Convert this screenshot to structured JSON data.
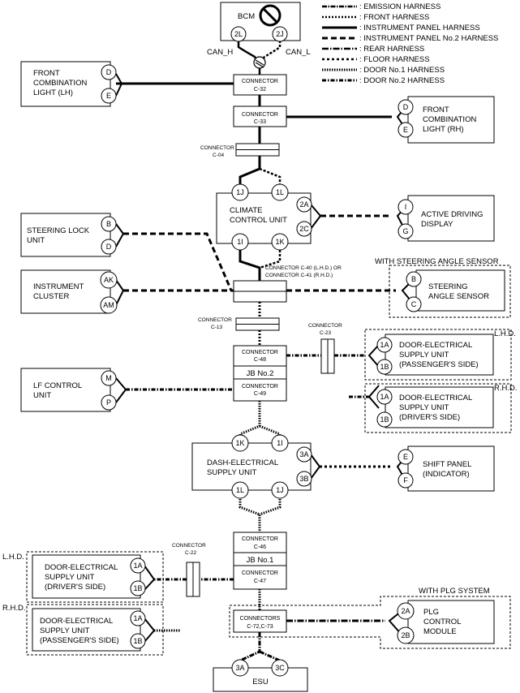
{
  "legend": [
    {
      "pattern": "emission",
      "label": ": EMISSION HARNESS"
    },
    {
      "pattern": "front",
      "label": ": FRONT HARNESS"
    },
    {
      "pattern": "ip",
      "label": ": INSTRUMENT PANEL HARNESS"
    },
    {
      "pattern": "ip2",
      "label": ": INSTRUMENT PANEL No.2 HARNESS"
    },
    {
      "pattern": "rear",
      "label": ": REAR HARNESS"
    },
    {
      "pattern": "floor",
      "label": ": FLOOR HARNESS"
    },
    {
      "pattern": "door1",
      "label": ": DOOR No.1 HARNESS"
    },
    {
      "pattern": "door2",
      "label": ": DOOR No.2 HARNESS"
    }
  ],
  "bcm": {
    "label": "BCM",
    "pin_l": "2L",
    "pin_r": "2J",
    "can_h": "CAN_H",
    "can_l": "CAN_L"
  },
  "front_comb_lh": {
    "line1": "FRONT",
    "line2": "COMBINATION",
    "line3": "LIGHT (LH)",
    "pin1": "D",
    "pin2": "E"
  },
  "front_comb_rh": {
    "line1": "FRONT",
    "line2": "COMBINATION",
    "line3": "LIGHT (RH)",
    "pin1": "D",
    "pin2": "E"
  },
  "conn_c32": {
    "line1": "CONNECTOR",
    "line2": "C-32"
  },
  "conn_c33": {
    "line1": "CONNECTOR",
    "line2": "C-33"
  },
  "conn_c04": {
    "line1": "CONNECTOR",
    "line2": "C-04"
  },
  "climate": {
    "line1": "CLIMATE",
    "line2": "CONTROL UNIT",
    "p1j": "1J",
    "p1l": "1L",
    "p2a": "2A",
    "p2c": "2C",
    "p1i": "1I",
    "p1k": "1K"
  },
  "add": {
    "line1": "ACTIVE DRIVING",
    "line2": "DISPLAY",
    "pin1": "I",
    "pin2": "G"
  },
  "steering_lock": {
    "line1": "STEERING LOCK",
    "line2": "UNIT",
    "pin1": "B",
    "pin2": "D"
  },
  "conn_c40": {
    "line1": "CONNECTOR C-40 (L.H.D.) OR",
    "line2": "CONNECTOR C-41 (R.H.D.)"
  },
  "with_sas": "WITH STEERING ANGLE SENSOR",
  "sas": {
    "line1": "STEERING",
    "line2": "ANGLE SENSOR",
    "pin1": "B",
    "pin2": "C"
  },
  "instrument": {
    "line1": "INSTRUMENT",
    "line2": "CLUSTER",
    "pin1": "AK",
    "pin2": "AM"
  },
  "conn_c13": {
    "line1": "CONNECTOR",
    "line2": "C-13"
  },
  "conn_c23": {
    "line1": "CONNECTOR",
    "line2": "C-23"
  },
  "conn_c48": {
    "line1": "CONNECTOR",
    "line2": "C-48"
  },
  "jb2": "JB No.2",
  "conn_c49": {
    "line1": "CONNECTOR",
    "line2": "C-49"
  },
  "lhd": "L.H.D.",
  "rhd": "R.H.D.",
  "dsu_pass_top": {
    "line1": "DOOR-ELECTRICAL",
    "line2": "SUPPLY UNIT",
    "line3": "(PASSENGER'S SIDE)",
    "pin1": "1A",
    "pin2": "1B"
  },
  "dsu_drv_top": {
    "line1": "DOOR-ELECTRICAL",
    "line2": "SUPPLY UNIT",
    "line3": "(DRIVER'S SIDE)",
    "pin1": "1A",
    "pin2": "1B"
  },
  "lf": {
    "line1": "LF CONTROL",
    "line2": "UNIT",
    "pin1": "M",
    "pin2": "P"
  },
  "dash": {
    "line1": "DASH-ELECTRICAL",
    "line2": "SUPPLY UNIT",
    "p1k": "1K",
    "p1i": "1I",
    "p3a": "3A",
    "p3b": "3B",
    "p1l": "1L",
    "p1j": "1J"
  },
  "shift": {
    "line1": "SHIFT PANEL",
    "line2": "(INDICATOR)",
    "pin1": "E",
    "pin2": "F"
  },
  "conn_c46": {
    "line1": "CONNECTOR",
    "line2": "C-46"
  },
  "jb1": "JB No.1",
  "conn_c47": {
    "line1": "CONNECTOR",
    "line2": "C-47"
  },
  "conn_c22": {
    "line1": "CONNECTOR",
    "line2": "C-22"
  },
  "dsu_drv_bot": {
    "line1": "DOOR-ELECTRICAL",
    "line2": "SUPPLY UNIT",
    "line3": "(DRIVER'S SIDE)",
    "pin1": "1A",
    "pin2": "1B"
  },
  "dsu_pass_bot": {
    "line1": "DOOR-ELECTRICAL",
    "line2": "SUPPLY UNIT",
    "line3": "(PASSENGER'S SIDE)",
    "pin1": "1A",
    "pin2": "1B"
  },
  "with_plg": "WITH PLG SYSTEM",
  "conn_c72": {
    "line1": "CONNECTORS",
    "line2": "C-72,C-73"
  },
  "plg": {
    "line1": "PLG",
    "line2": "CONTROL",
    "line3": "MODULE",
    "pin1": "2A",
    "pin2": "2B"
  },
  "esu": {
    "label": "ESU",
    "pin1": "3A",
    "pin2": "3C"
  }
}
